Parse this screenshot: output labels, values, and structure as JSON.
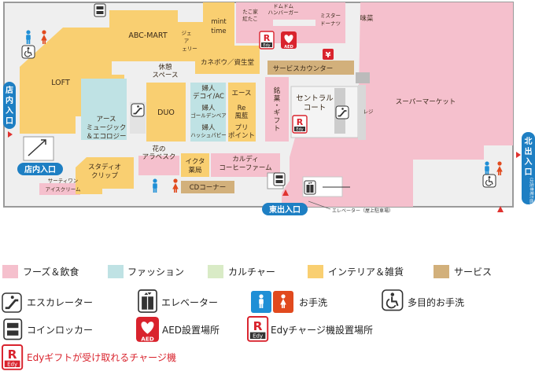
{
  "colors": {
    "food": "#f5c0cd",
    "fashion": "#bfe2e4",
    "culture": "#d9ebc6",
    "interior": "#f9cf71",
    "service": "#d2b07b",
    "floor": "#efefef",
    "wall": "#9a9a9a",
    "entrance_blue": "#1e7fc3",
    "arrow_red": "#e0322f",
    "toilet_man": "#1f8fd6",
    "toilet_woman": "#e14a1e",
    "aed": "#d9232d"
  },
  "map": {
    "stores": {
      "loft": "LOFT",
      "abc_mart": "ABC-MART",
      "geo_1": "ジェ",
      "geo_2": "ア",
      "geo_3": "ェリー",
      "mint_1": "mint",
      "mint_2": "time",
      "takoya_1": "たこ家",
      "takoya_2": "紅たこ",
      "dom_1": "ドムドム",
      "dom_2": "ハンバーガー",
      "donut_1": "ミスター",
      "donut_2": "ドーナツ",
      "misai": "味菜",
      "kanebo": "カネボウ／資生堂",
      "service_counter": "サービスカウンター",
      "rest_1": "休憩",
      "rest_2": "スペース",
      "earth_1": "アース",
      "earth_2": "ミュージック",
      "earth_3": "＆エコロジー",
      "duo": "DUO",
      "fujin1_1": "婦人",
      "fujin1_2": "デコイ/AC",
      "fujin2_1": "婦人",
      "fujin2_2": "ゴールデンベア",
      "fujin3_1": "婦人",
      "fujin3_2": "ハッシュパピー",
      "ace": "エース",
      "re_1": "Re",
      "re_2": "風藍",
      "puri_1": "プリ",
      "puri_2": "ポイント",
      "meika_1": "銘",
      "meika_2": "菓",
      "meika_3": "・",
      "meika_4": "ギ",
      "meika_5": "フ",
      "meika_6": "ト",
      "central_1": "セントラル",
      "central_2": "コート",
      "supermarket": "スーパーマーケット",
      "studio_1": "スタディオ",
      "studio_2": "クリップ",
      "thirty_1": "サーティワン",
      "thirty_2": "アイスクリーム",
      "flower_1": "花の",
      "flower_2": "アラベスク",
      "ikuta_1": "イクタ",
      "ikuta_2": "薬局",
      "kaldi_1": "カルディ",
      "kaldi_2": "コーヒーファーム",
      "cd": "CDコーナー",
      "reji": "レジ"
    },
    "entrances": {
      "inner": "店内入口",
      "east": "東出入口",
      "inner_vertical": [
        "店",
        "内",
        "入",
        "口"
      ],
      "north_vertical": [
        "北",
        "出",
        "入",
        "口"
      ],
      "north_sub": "(北駐車場方面)"
    },
    "elevator_note": "エレベーター（屋上駐車場）",
    "aed_tag": "AED",
    "edy_tag": "Edy",
    "yen": "¥",
    "r": "R"
  },
  "legend": {
    "categories": [
      {
        "key": "food",
        "label": "フーズ＆飲食"
      },
      {
        "key": "fashion",
        "label": "ファッション"
      },
      {
        "key": "culture",
        "label": "カルチャー"
      },
      {
        "key": "interior",
        "label": "インテリア＆雑貨"
      },
      {
        "key": "service",
        "label": "サービス"
      }
    ],
    "facilities": [
      {
        "icon": "escalator-icon",
        "label": "エスカレーター"
      },
      {
        "icon": "elevator-icon",
        "label": "エレベーター"
      },
      {
        "icon": "restroom-icon",
        "label": "お手洗"
      },
      {
        "icon": "accessible-toilet-icon",
        "label": "多目的お手洗"
      },
      {
        "icon": "coin-locker-icon",
        "label": "コインロッカー"
      },
      {
        "icon": "aed-icon",
        "label": "AED設置場所"
      },
      {
        "icon": "edy-charge-icon",
        "label": "Edyチャージ機設置場所"
      },
      {
        "icon": "edy-gift-icon",
        "label": "Edyギフトが受け取れるチャージ機"
      }
    ]
  }
}
